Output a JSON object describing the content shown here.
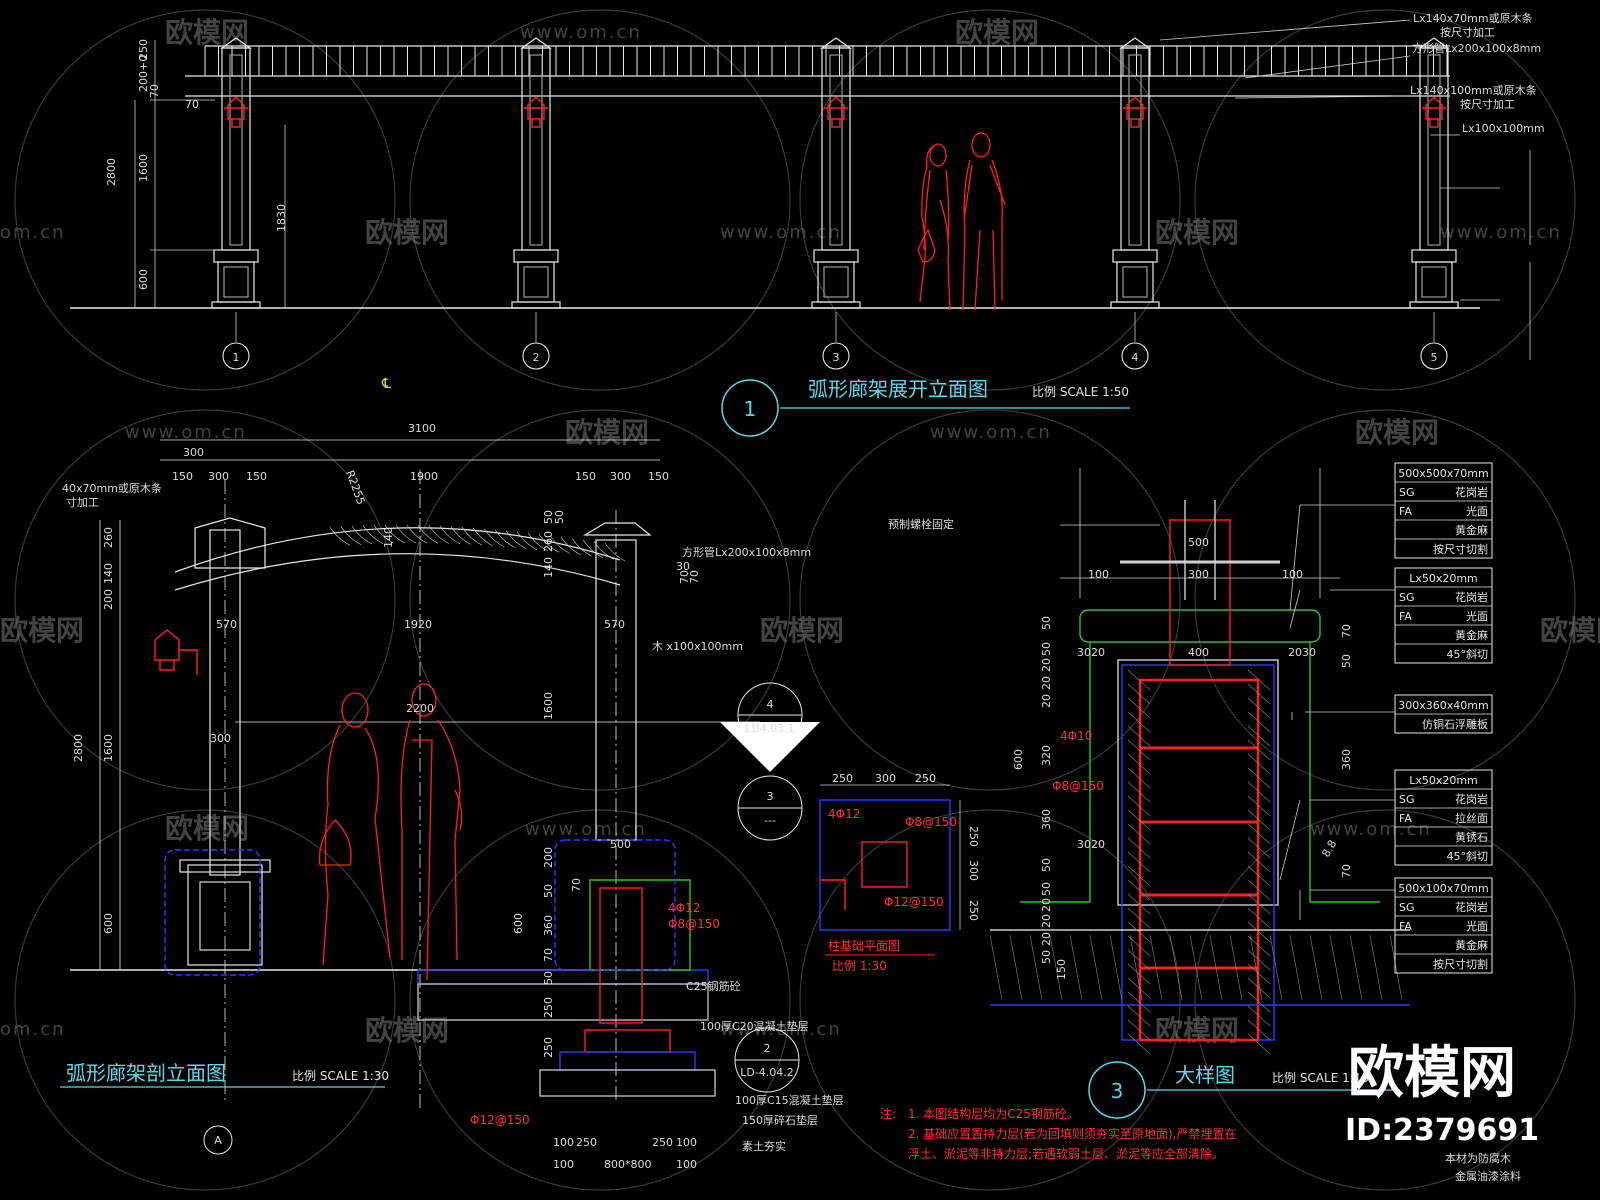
{
  "watermarks": {
    "brand": "欧模网",
    "url": "www.om.cn",
    "url_short": "om.cn"
  },
  "brand_corner": {
    "logo": "欧模网",
    "id": "ID:2379691"
  },
  "elevation": {
    "title": "弧形廊架展开立面图",
    "scale": "比例 SCALE 1:50",
    "badge": "1",
    "axes": [
      "1",
      "2",
      "3",
      "4",
      "5"
    ],
    "dims_left": [
      "250",
      "200+0",
      "70",
      "70",
      "2800",
      "1600",
      "600",
      "1830"
    ],
    "labels_right": [
      "Lx140x70mm或原木条",
      "按尺寸加工",
      "方形管Lx200x100x8mm",
      "Lx140x100mm或原木条",
      "按尺寸加工",
      "Lx100x100mm"
    ],
    "cl_mark": "℄"
  },
  "section": {
    "title": "弧形廊架剖立面图",
    "scale": "比例 SCALE 1:30",
    "axis": "A",
    "dims_top": [
      "3100",
      "300",
      "150",
      "300",
      "150",
      "1900",
      "150",
      "300",
      "150"
    ],
    "dims_mid": [
      "R2255",
      "140",
      "570",
      "1920",
      "570",
      "2200",
      "300",
      "500"
    ],
    "dims_left": [
      "260",
      "140",
      "200",
      "2800",
      "1600",
      "600"
    ],
    "labels": [
      "40x70mm或原木条",
      "寸加工",
      "方形管Lx200x100x8mm",
      "木 x100x100mm",
      "50",
      "50",
      "260",
      "140",
      "30",
      "70",
      "70",
      "1600",
      "200",
      "70",
      "50",
      "360",
      "70",
      "50",
      "600",
      "250",
      "250",
      "4Φ12",
      "Φ8@150",
      "C25钢筋砼",
      "100厚C20混凝土垫层",
      "100厚C15混凝土垫层",
      "150厚碎石垫层",
      "素土夯实",
      "Φ12@150",
      "100",
      "250",
      "800*800",
      "250",
      "100",
      "100",
      "100"
    ],
    "callout_4": {
      "num": "4",
      "ref": "LD4.03.1"
    },
    "callout_3": {
      "num": "3",
      "ref": "---"
    },
    "callout_2": {
      "num": "2",
      "ref": "LD-4.04.2"
    }
  },
  "plan": {
    "title": "柱基础平面图",
    "scale": "比例 1:30",
    "dims": [
      "250",
      "300",
      "250",
      "250",
      "300",
      "250"
    ],
    "labels": [
      "4Φ12",
      "Φ8@150",
      "Φ12@150"
    ]
  },
  "detail": {
    "title": "大样图",
    "scale": "比例 SCALE 1:10",
    "badge": "3",
    "label_top": "预制螺栓固定",
    "dims": [
      "500",
      "300",
      "100",
      "100",
      "400",
      "3020",
      "2030",
      "3020",
      "50",
      "50",
      "20",
      "20",
      "20",
      "50",
      "50",
      "20",
      "20",
      "20",
      "50",
      "70",
      "50",
      "360",
      "70",
      "600",
      "320",
      "360",
      "150",
      "4Φ10",
      "Φ8@150",
      "8.8"
    ],
    "tables": [
      {
        "title": "500x500x70mm",
        "rows": [
          [
            "SG",
            "花岗岩"
          ],
          [
            "FA",
            "光面"
          ],
          [
            "",
            "黄金麻"
          ],
          [
            "",
            "按尺寸切割"
          ]
        ]
      },
      {
        "title": "Lx50x20mm",
        "rows": [
          [
            "SG",
            "花岗岩"
          ],
          [
            "FA",
            "光面"
          ],
          [
            "",
            "黄金麻"
          ],
          [
            "",
            "45°斜切"
          ]
        ]
      },
      {
        "title": "300x360x40mm",
        "rows": [
          [
            "",
            "仿铜石浮雕板"
          ]
        ]
      },
      {
        "title": "Lx50x20mm",
        "rows": [
          [
            "SG",
            "花岗岩"
          ],
          [
            "FA",
            "拉丝面"
          ],
          [
            "",
            "黄锈石"
          ],
          [
            "",
            "45°斜切"
          ]
        ]
      },
      {
        "title": "500x100x70mm",
        "rows": [
          [
            "SG",
            "花岗岩"
          ],
          [
            "FA",
            "光面"
          ],
          [
            "",
            "黄金麻"
          ],
          [
            "",
            "按尺寸切割"
          ]
        ]
      }
    ]
  },
  "notes": {
    "prefix": "注:",
    "lines": [
      "1. 本图结构层均为C25钢筋砼。",
      "2. 基础应置置持力层(若为回填则须夯实至原地面),严禁埋置在",
      "浮土、淤泥等非持力层;若遇软弱土层、淤泥等应全部清除。"
    ],
    "extra": [
      "本材为防腐木",
      "金属油漆涂料"
    ]
  },
  "colors": {
    "bg": "#000000",
    "line": "#e8e8e8",
    "red": "#ff2020",
    "blue": "#2a3cff",
    "green": "#2fbf2f",
    "cyan": "#5ad6e8"
  }
}
